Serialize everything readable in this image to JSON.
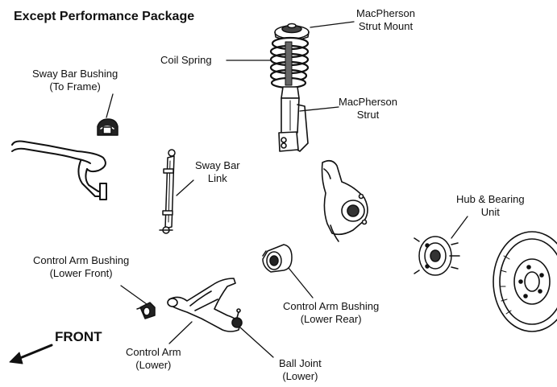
{
  "title": "Except Performance Package",
  "labels": {
    "strut_mount": [
      "MacPherson",
      "Strut Mount"
    ],
    "coil_spring": "Coil Spring",
    "strut": [
      "MacPherson",
      "Strut"
    ],
    "sway_bar_bushing": [
      "Sway Bar Bushing",
      "(To Frame)"
    ],
    "sway_bar_link": [
      "Sway Bar",
      "Link"
    ],
    "hub_bearing": [
      "Hub & Bearing",
      "Unit"
    ],
    "cab_front": [
      "Control Arm Bushing",
      "(Lower Front)"
    ],
    "cab_rear": [
      "Control Arm Bushing",
      "(Lower Rear)"
    ],
    "control_arm": [
      "Control Arm",
      "(Lower)"
    ],
    "ball_joint": [
      "Ball Joint",
      "(Lower)"
    ],
    "front": "FRONT"
  }
}
